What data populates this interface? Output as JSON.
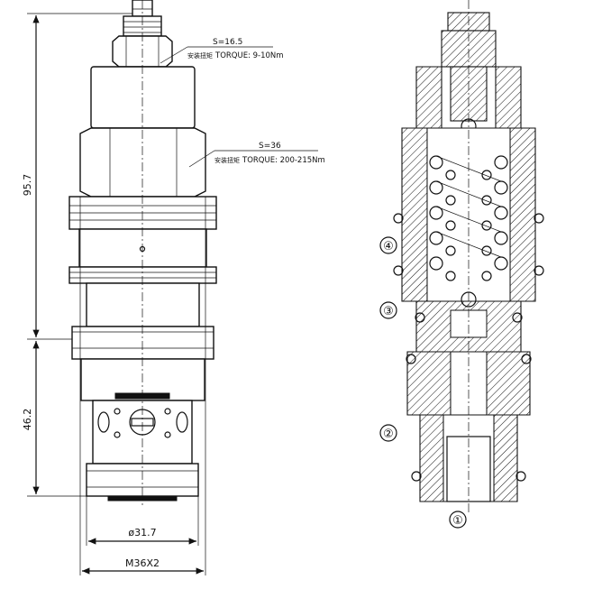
{
  "dimensions": {
    "height_upper": "95.7",
    "height_lower": "46.2",
    "diameter": "ø31.7",
    "thread": "M36X2"
  },
  "annotations": {
    "small_nut": {
      "size": "S=16.5",
      "label": "安装扭矩",
      "torque": "TORQUE: 9-10Nm"
    },
    "large_nut": {
      "size": "S=36",
      "label": "安装扭矩",
      "torque": "TORQUE: 200-215Nm"
    }
  },
  "callouts": [
    "①",
    "②",
    "③",
    "④"
  ]
}
